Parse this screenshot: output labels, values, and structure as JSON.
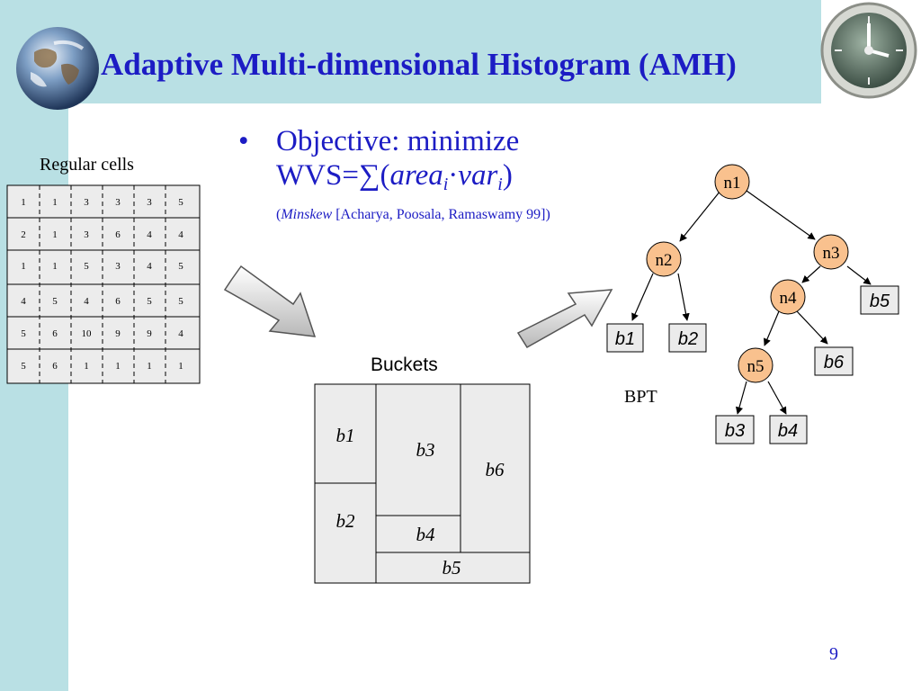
{
  "slide": {
    "title": "Adaptive Multi-dimensional Histogram (AMH)",
    "page_number": "9"
  },
  "bullet": {
    "line1": "Objective: minimize",
    "wvs_prefix": "WVS=∑(",
    "area": "area",
    "sub_i": "i",
    "dot_op": "·",
    "var": "var",
    "close_paren": ")",
    "citation_italic": "Minskew",
    "citation_rest": " [Acharya, Poosala, Ramaswamy 99])",
    "citation_open": "("
  },
  "regular_cells": {
    "label": "Regular cells",
    "rows": [
      [
        "1",
        "1",
        "3",
        "3",
        "3",
        "5"
      ],
      [
        "2",
        "1",
        "3",
        "6",
        "4",
        "4"
      ],
      [
        "1",
        "1",
        "5",
        "3",
        "4",
        "5"
      ],
      [
        "4",
        "5",
        "4",
        "6",
        "5",
        "5"
      ],
      [
        "5",
        "6",
        "10",
        "9",
        "9",
        "4"
      ],
      [
        "5",
        "6",
        "1",
        "1",
        "1",
        "1"
      ]
    ]
  },
  "buckets": {
    "label": "Buckets",
    "names": [
      "b1",
      "b2",
      "b3",
      "b4",
      "b5",
      "b6"
    ]
  },
  "bpt": {
    "label": "BPT",
    "nodes": [
      "n1",
      "n2",
      "n3",
      "n4",
      "n5"
    ],
    "leaves": [
      "b1",
      "b2",
      "b3",
      "b4",
      "b5",
      "b6"
    ]
  },
  "colors": {
    "title": "#1c1cc4",
    "band": "#b9e0e4",
    "node_fill": "#f9c18e",
    "box_fill": "#ebebeb"
  }
}
